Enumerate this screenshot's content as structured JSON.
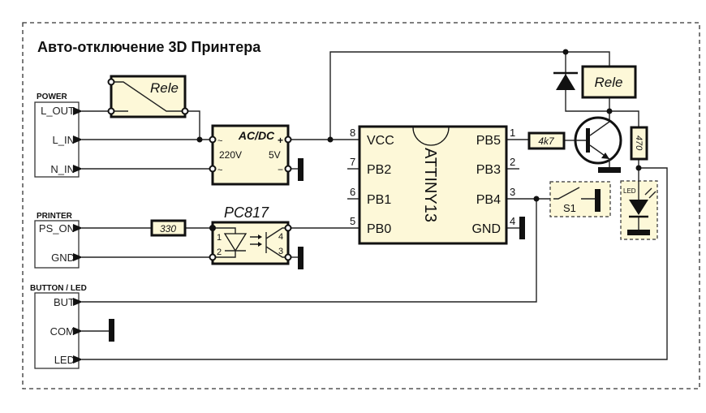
{
  "title": "Авто-отключение 3D Принтера",
  "power": {
    "header": "POWER",
    "pins": [
      "L_OUT",
      "L_IN",
      "N_IN"
    ]
  },
  "printer": {
    "header": "PRINTER",
    "pins": [
      "PS_ON",
      "GND"
    ]
  },
  "button_led": {
    "header": "BUTTON / LED",
    "pins": [
      "BUT",
      "COM",
      "LED"
    ]
  },
  "relay_left": {
    "label": "Rele"
  },
  "relay_right": {
    "label": "Rele"
  },
  "acdc": {
    "label": "AC/DC",
    "in_voltage": "220V",
    "out_voltage": "5V",
    "tilde": "~",
    "plus": "+",
    "minus": "−"
  },
  "resistor_330": "330",
  "resistor_4k7": "4k7",
  "resistor_470": "470",
  "optocoupler": {
    "label": "PC817",
    "pins": [
      "1",
      "2",
      "3",
      "4"
    ]
  },
  "mcu": {
    "label": "ATTINY13",
    "left_pins": [
      {
        "num": "8",
        "name": "VCC"
      },
      {
        "num": "7",
        "name": "PB2"
      },
      {
        "num": "6",
        "name": "PB1"
      },
      {
        "num": "5",
        "name": "PB0"
      }
    ],
    "right_pins": [
      {
        "num": "1",
        "name": "PB5"
      },
      {
        "num": "2",
        "name": "PB3"
      },
      {
        "num": "3",
        "name": "PB4"
      },
      {
        "num": "4",
        "name": "GND"
      }
    ]
  },
  "switch": {
    "label": "S1"
  },
  "led": {
    "label": "LED"
  },
  "colors": {
    "component_fill": "#fdf8d8",
    "wire": "#222222"
  }
}
